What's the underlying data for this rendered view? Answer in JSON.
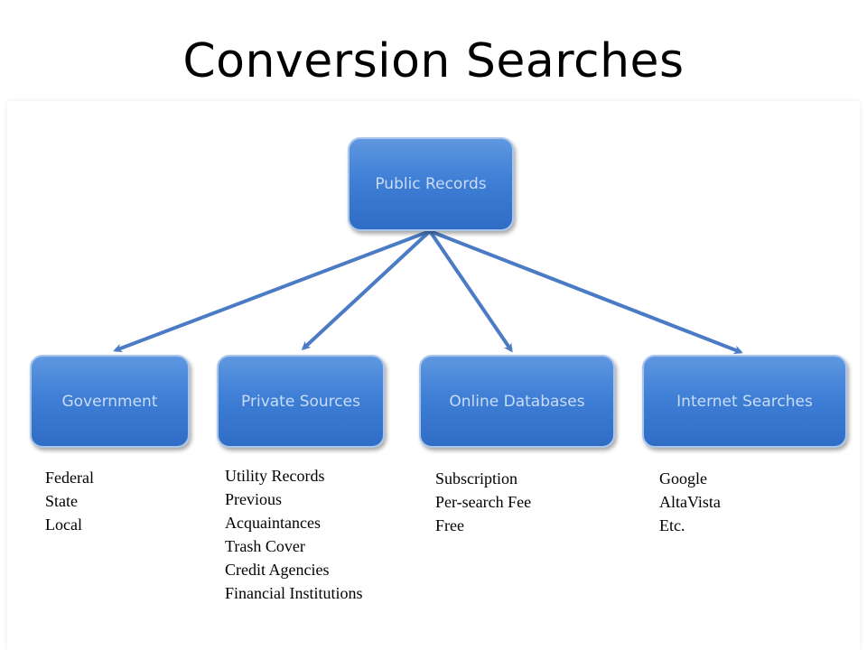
{
  "title": "Conversion Searches",
  "root": {
    "label": "Public Records"
  },
  "children": [
    {
      "label": "Government",
      "items": [
        "Federal",
        "State",
        "Local"
      ]
    },
    {
      "label": "Private Sources",
      "items": [
        "Utility Records",
        "Previous",
        "Acquaintances",
        "Trash Cover",
        "Credit Agencies",
        "Financial Institutions"
      ]
    },
    {
      "label": "Online Databases",
      "items": [
        "Subscription",
        "Per-search Fee",
        "Free"
      ]
    },
    {
      "label": "Internet Searches",
      "items": [
        "Google",
        "AltaVista",
        "Etc."
      ]
    }
  ],
  "colors": {
    "node_fill": "#3f7fd6",
    "node_text": "#c9dcf5",
    "arrow": "#4a7bc4"
  }
}
